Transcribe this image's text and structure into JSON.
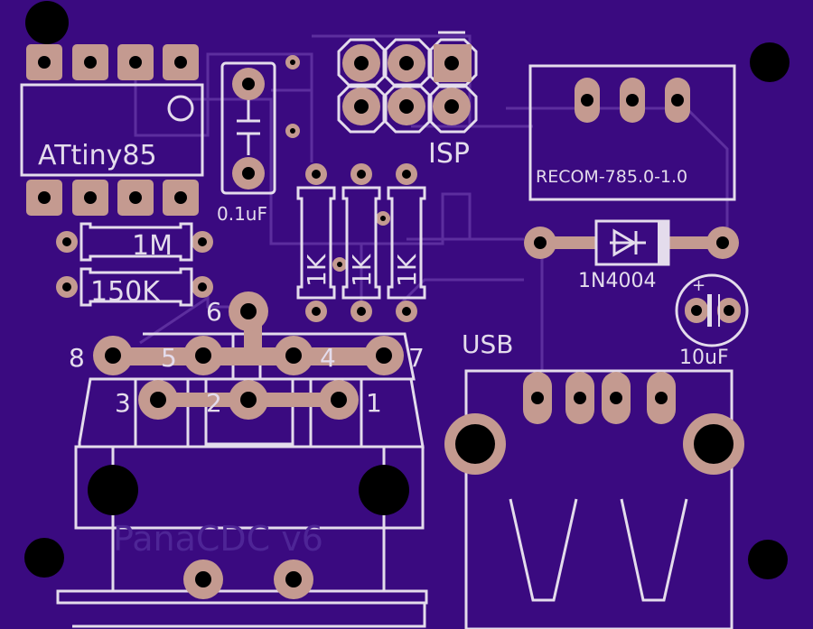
{
  "board": {
    "background": "#3a0a80",
    "trace_color": "#5c2e9e",
    "silk_color": "#e4dcec",
    "pad_color": "#c49a90",
    "drill_color": "#000000",
    "watermark_color": "#4e2596"
  },
  "labels": {
    "ic": "ATtiny85",
    "cap_small": "0.1uF",
    "isp": "ISP",
    "regulator": "RECOM-785.0-1.0",
    "r_1m": "1M",
    "r_150k": "150K",
    "r_1k": "1K",
    "diode": "1N4004",
    "cap_big": "10uF",
    "usb": "USB",
    "watermark": "PanaCDC v6",
    "din_pins": [
      "1",
      "2",
      "3",
      "4",
      "5",
      "6",
      "7",
      "8"
    ],
    "cap_plus": "+"
  }
}
